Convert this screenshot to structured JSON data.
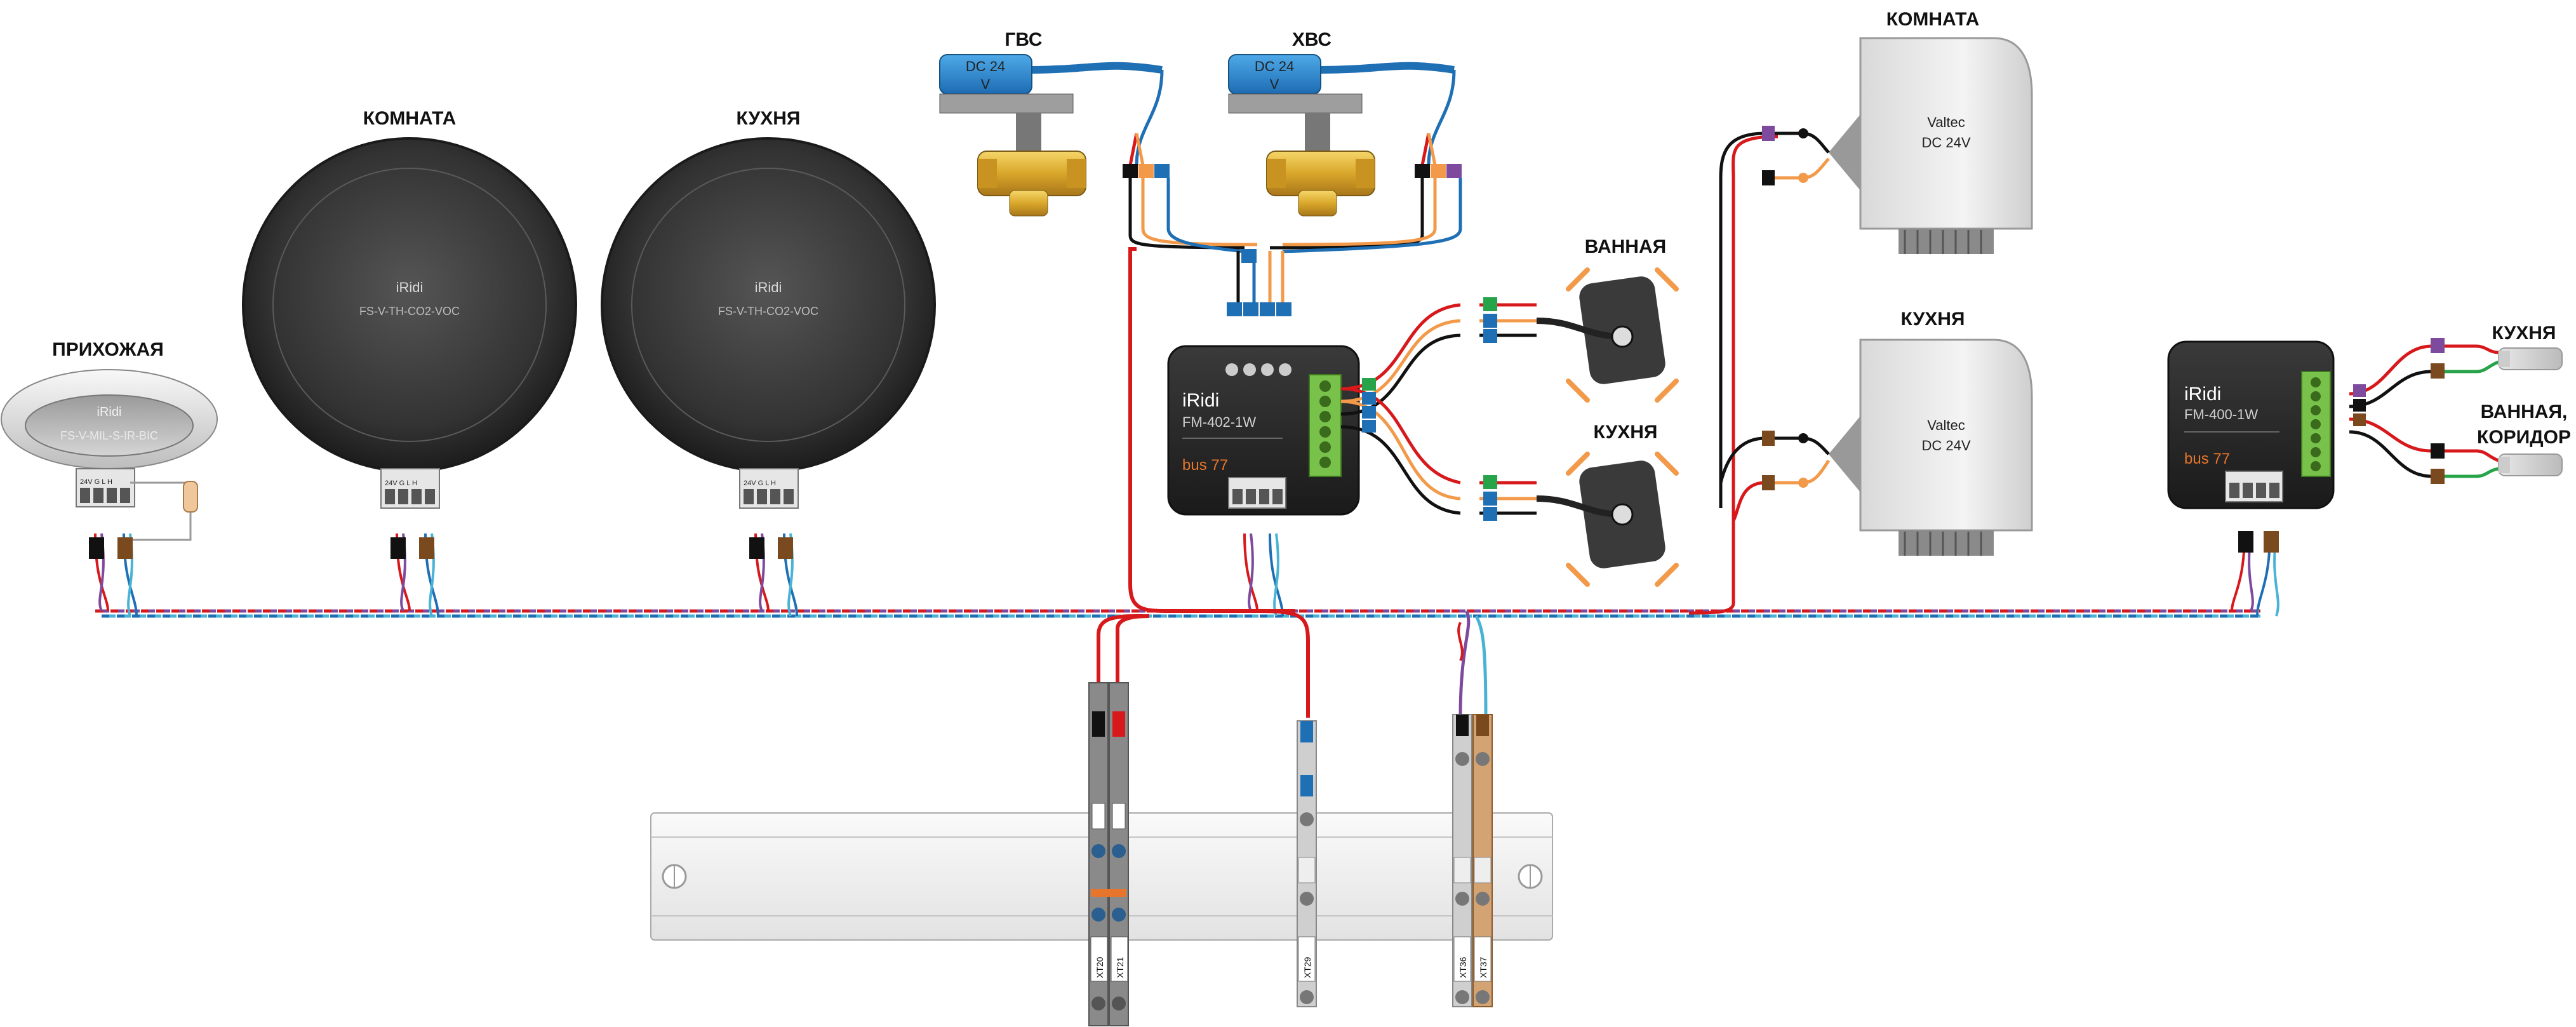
{
  "labels": {
    "gvs": "ГВС",
    "hvs": "ХВС",
    "komnata_top": "КОМНАТА",
    "kukhnya_top": "КУХНЯ",
    "prikhozhaya": "ПРИХОЖАЯ",
    "komnata_act": "КОМНАТА",
    "kukhnya_act": "КУХНЯ",
    "vannaya_valve": "ВАННАЯ",
    "kukhnya_valve": "КУХНЯ",
    "kukhnya_right": "КУХНЯ",
    "vannaya_right_1": "ВАННАЯ,",
    "vannaya_right_2": "КОРИДОР"
  },
  "sensors": {
    "small": {
      "brand": "iRidi",
      "model": "FS-V-MIL-S-IR-BIC"
    },
    "round1": {
      "brand": "iRidi",
      "model": "FS-V-TH-CO2-VOC"
    },
    "round2": {
      "brand": "iRidi",
      "model": "FS-V-TH-CO2-VOC"
    }
  },
  "valves": {
    "gvs": {
      "voltage": "DC 24",
      "unit": "V"
    },
    "hvs": {
      "voltage": "DC 24",
      "unit": "V"
    }
  },
  "actuators": {
    "komnata": {
      "brand": "Valtec",
      "voltage": "DC 24V"
    },
    "kukhnya": {
      "brand": "Valtec",
      "voltage": "DC 24V"
    }
  },
  "modules": {
    "fm402": {
      "brand": "iRidi",
      "model": "FM-402-1W",
      "bus": "bus 77"
    },
    "fm400": {
      "brand": "iRidi",
      "model": "FM-400-1W",
      "bus": "bus 77"
    }
  },
  "terminals": {
    "xt20": "XT20",
    "xt21": "XT21",
    "xt29": "XT29",
    "xt36": "XT36",
    "xt37": "XT37"
  },
  "colors": {
    "red": "#d7191c",
    "black": "#111111",
    "blue": "#1f6fb5",
    "orange": "#f29a4a",
    "lightblue": "#49b3d6",
    "purple": "#7d4a9e",
    "green": "#27a34a"
  }
}
